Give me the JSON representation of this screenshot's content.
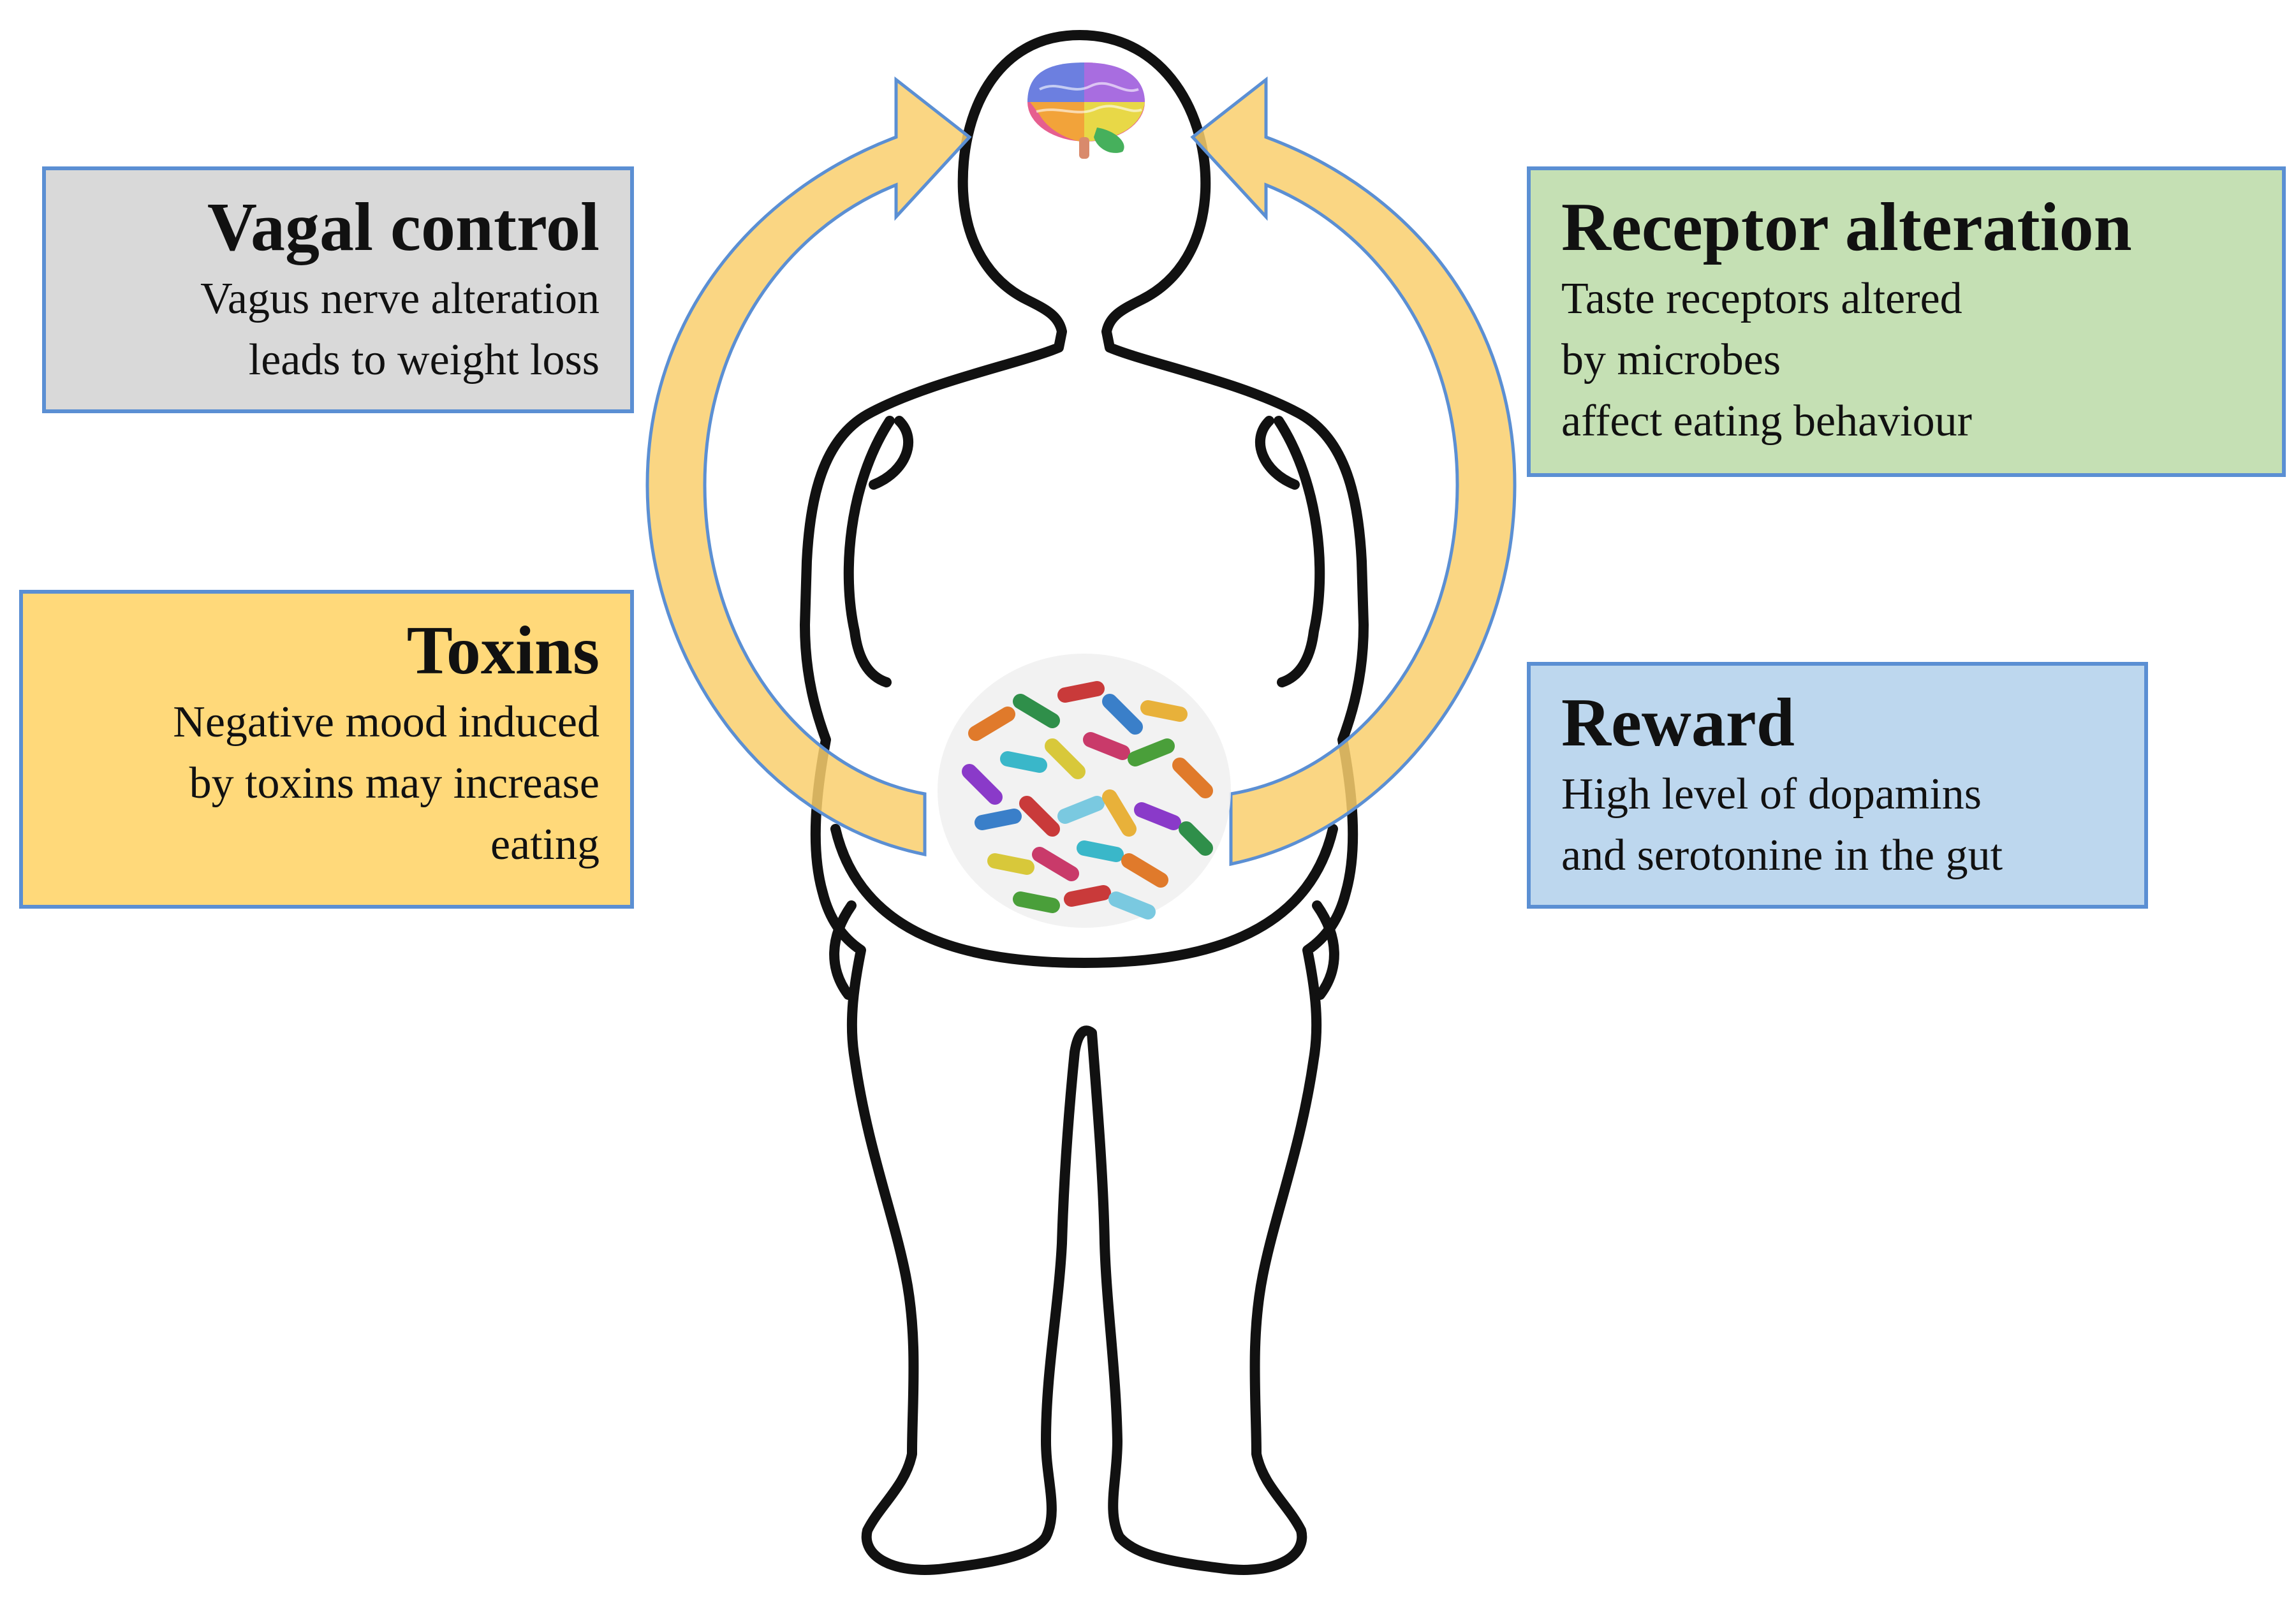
{
  "boxes": {
    "vagal": {
      "title": "Vagal control",
      "lines": [
        "Vagus nerve alteration",
        "leads to weight loss"
      ],
      "color": "#d9d9d9"
    },
    "receptor": {
      "title": "Receptor alteration",
      "lines": [
        "Taste receptors altered",
        "by microbes",
        "affect eating behaviour"
      ],
      "color": "#c5e0b4"
    },
    "toxins": {
      "title": "Toxins",
      "lines": [
        "Negative mood induced",
        "by toxins may increase",
        "eating"
      ],
      "color": "#ffd97a"
    },
    "reward": {
      "title": "Reward",
      "lines": [
        "High level of dopamins",
        "and serotonine in the gut"
      ],
      "color": "#bdd7ee"
    }
  },
  "colors": {
    "box_border": "#5b8fd3",
    "arrow_fill": "#f9cf6d",
    "arrow_stroke": "#5b8fd3",
    "silhouette": "#111111"
  },
  "icons": {
    "head": "brain-icon",
    "belly": "gut-microbes-icon"
  }
}
